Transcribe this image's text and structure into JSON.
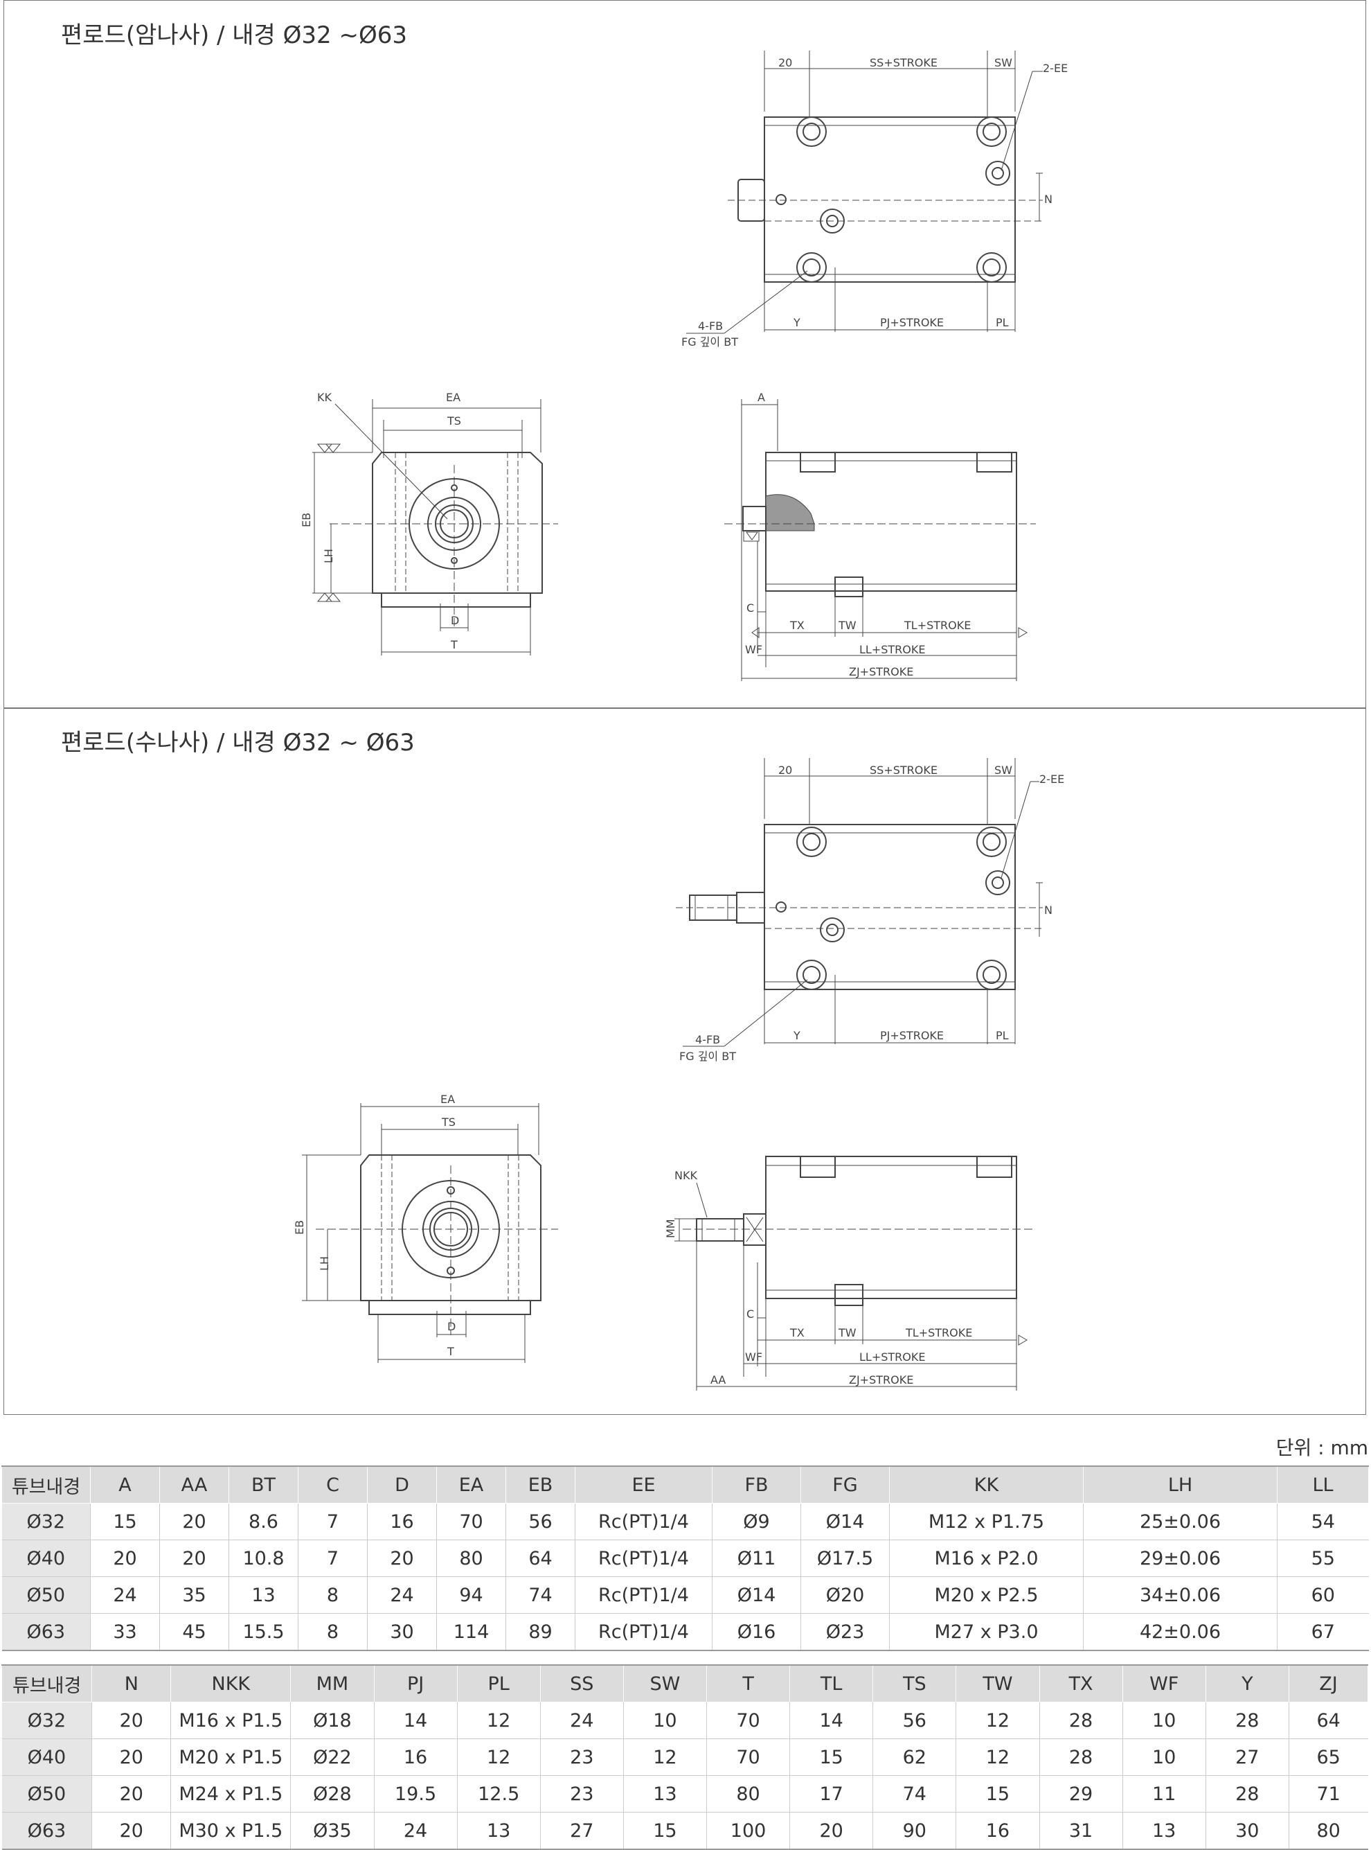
{
  "sections": [
    {
      "title": "편로드(암나사) / 내경 Ø32 ~Ø63",
      "top_view": {
        "dims": [
          "20",
          "SS+STROKE",
          "SW",
          "2-EE",
          "N",
          "4-FB",
          "FG 깊이 BT",
          "Y",
          "PJ+STROKE",
          "PL"
        ]
      },
      "front_view": {
        "dims": [
          "KK",
          "EA",
          "TS",
          "EB",
          "LH",
          "D",
          "T"
        ]
      },
      "side_view": {
        "dims": [
          "A",
          "C",
          "TX",
          "TW",
          "TL+STROKE",
          "WF",
          "LL+STROKE",
          "ZJ+STROKE"
        ]
      }
    },
    {
      "title": "편로드(수나사) / 내경 Ø32 ~ Ø63",
      "top_view": {
        "dims": [
          "20",
          "SS+STROKE",
          "SW",
          "2-EE",
          "N",
          "4-FB",
          "FG 깊이 BT",
          "Y",
          "PJ+STROKE",
          "PL"
        ]
      },
      "front_view": {
        "dims": [
          "EA",
          "TS",
          "EB",
          "LH",
          "D",
          "T"
        ]
      },
      "side_view": {
        "dims": [
          "NKK",
          "MM",
          "C",
          "TX",
          "TW",
          "TL+STROKE",
          "WF",
          "LL+STROKE",
          "AA",
          "ZJ+STROKE"
        ]
      }
    }
  ],
  "unit_label": "단위 : mm",
  "table1": {
    "headers": [
      "튜브내경",
      "A",
      "AA",
      "BT",
      "C",
      "D",
      "EA",
      "EB",
      "EE",
      "FB",
      "FG",
      "KK",
      "LH",
      "LL"
    ],
    "rows": [
      [
        "Ø32",
        "15",
        "20",
        "8.6",
        "7",
        "16",
        "70",
        "56",
        "Rc(PT)1/4",
        "Ø9",
        "Ø14",
        "M12 x P1.75",
        "25±0.06",
        "54"
      ],
      [
        "Ø40",
        "20",
        "20",
        "10.8",
        "7",
        "20",
        "80",
        "64",
        "Rc(PT)1/4",
        "Ø11",
        "Ø17.5",
        "M16 x P2.0",
        "29±0.06",
        "55"
      ],
      [
        "Ø50",
        "24",
        "35",
        "13",
        "8",
        "24",
        "94",
        "74",
        "Rc(PT)1/4",
        "Ø14",
        "Ø20",
        "M20 x P2.5",
        "34±0.06",
        "60"
      ],
      [
        "Ø63",
        "33",
        "45",
        "15.5",
        "8",
        "30",
        "114",
        "89",
        "Rc(PT)1/4",
        "Ø16",
        "Ø23",
        "M27 x P3.0",
        "42±0.06",
        "67"
      ]
    ]
  },
  "table2": {
    "headers": [
      "튜브내경",
      "N",
      "NKK",
      "MM",
      "PJ",
      "PL",
      "SS",
      "SW",
      "T",
      "TL",
      "TS",
      "TW",
      "TX",
      "WF",
      "Y",
      "ZJ"
    ],
    "rows": [
      [
        "Ø32",
        "20",
        "M16 x P1.5",
        "Ø18",
        "14",
        "12",
        "24",
        "10",
        "70",
        "14",
        "56",
        "12",
        "28",
        "10",
        "28",
        "64"
      ],
      [
        "Ø40",
        "20",
        "M20 x P1.5",
        "Ø22",
        "16",
        "12",
        "23",
        "12",
        "70",
        "15",
        "62",
        "12",
        "28",
        "10",
        "27",
        "65"
      ],
      [
        "Ø50",
        "20",
        "M24 x P1.5",
        "Ø28",
        "19.5",
        "12.5",
        "23",
        "13",
        "80",
        "17",
        "74",
        "15",
        "29",
        "11",
        "28",
        "71"
      ],
      [
        "Ø63",
        "20",
        "M30 x P1.5",
        "Ø35",
        "24",
        "13",
        "27",
        "15",
        "100",
        "20",
        "90",
        "16",
        "31",
        "13",
        "30",
        "80"
      ]
    ]
  }
}
